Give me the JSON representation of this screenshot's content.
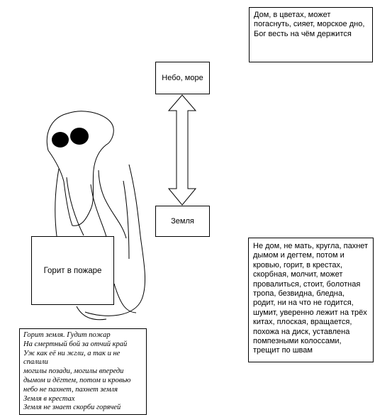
{
  "notes": {
    "top": "Дом, в цветах, может погаснуть, сияет, морское дно, Бог весть на чём держится",
    "right": "Не дом, не мать, кругла, пахнет дымом и дегтем, потом и кровью, горит, в крестах, скорбная, молчит, может провалиться, стоит, болотная тропа, безвидна, бледна, родит, ни на что не годится, шумит, уверенно лежит на трёх китах, плоская, вращается, похожа на диск, уставлена помпезными колоссами, трещит по швам"
  },
  "labels": {
    "sky": "Небо, море",
    "earth": "Земля",
    "fire": "Горит в пожаре"
  },
  "poem": [
    "Горит земля. Гудит пожар",
    "На смертный бой за отчий край",
    "Уж как её ни жгли, а так и не спалили",
    "могилы позади, могилы впереди",
    "дымом и дёгтем, потом и кровью",
    "небо не пахнет, пахнет земля",
    "Земля в крестах",
    "Земля не знает скорби горячей"
  ]
}
